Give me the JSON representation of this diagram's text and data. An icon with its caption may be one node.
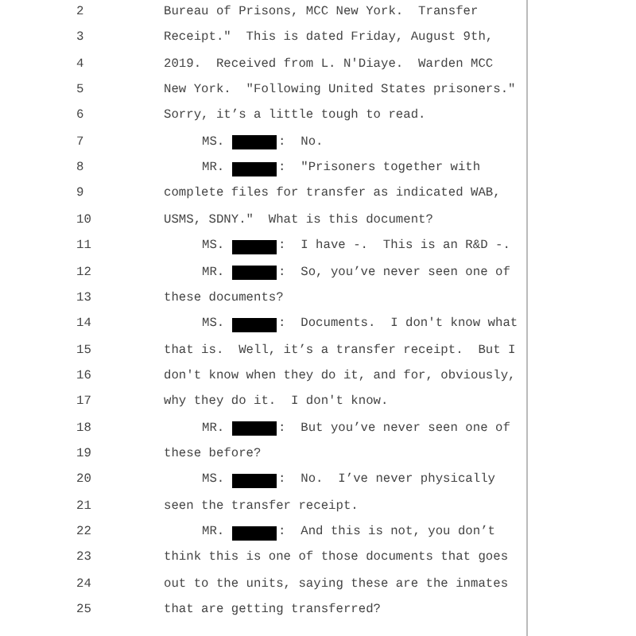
{
  "diagram": {
    "labels": [
      "2",
      "Bureau of Prisons, MCC New York.  Transfer",
      "3",
      "Receipt.\"  This is dated Friday, August 9th,",
      "4",
      "2019.  Received from L. N'Diaye.  Warden MCC",
      "5",
      "New York.  \"Following United States prisoners.\"",
      "6",
      "Sorry, it’s a little tough to read.",
      "7",
      "MS.",
      ":  No.",
      "8",
      "MR.",
      ":  \"Prisoners together with",
      "9",
      "complete files for transfer as indicated WAB,",
      "10",
      "USMS, SDNY.\"  What is this document?",
      "11",
      "MS.",
      ":  I have -.  This is an R&D -.",
      "12",
      "MR.",
      ":  So, you’ve never seen one of",
      "13",
      "these documents?",
      "14",
      "MS.",
      ":  Documents.  I don't know what",
      "15",
      "that is.  Well, it’s a transfer receipt.  But I",
      "16",
      "don't know when they do it, and for, obviously,",
      "17",
      "why they do it.  I don't know.",
      "18",
      "MR.",
      ":  But you’ve never seen one of",
      "19",
      "these before?",
      "20",
      "MS.",
      ":  No.  I’ve never physically",
      "21",
      "seen the transfer receipt.",
      "22",
      "MR.",
      ":  And this is not, you don’t",
      "23",
      "think this is one of those documents that goes",
      "24",
      "out to the units, saying these are the inmates",
      "25",
      "that are getting transferred?"
    ]
  }
}
